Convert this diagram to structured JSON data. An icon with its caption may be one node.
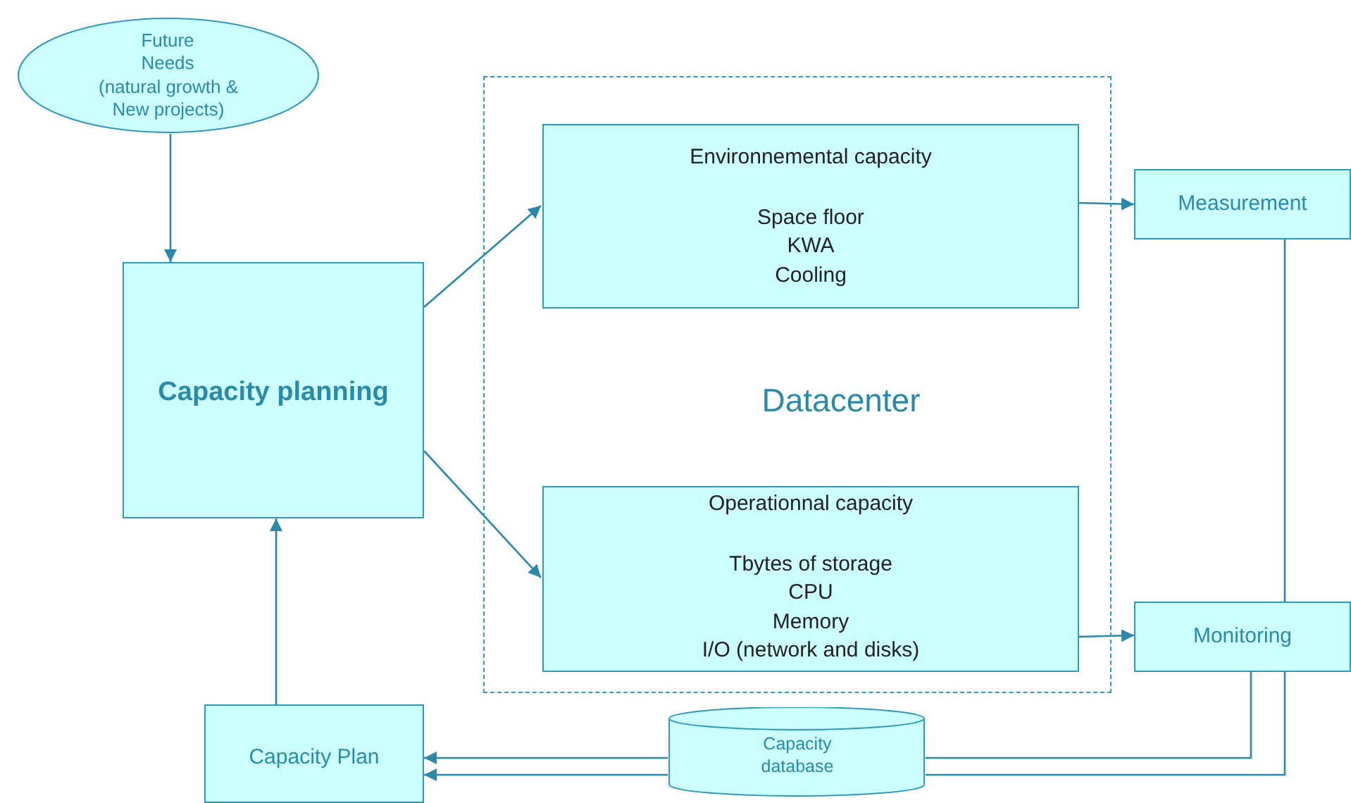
{
  "diagram": {
    "nodes": [
      {
        "text": [
          "Future Needs",
          "(natural growth & New projects)"
        ]
      },
      {
        "text": [
          "Capacity planning"
        ]
      },
      {
        "text": [
          "Datacenter"
        ]
      },
      {
        "text": [
          "Environnemental capacity",
          "Space floor",
          "KWA",
          "Cooling"
        ],
        "in": 2
      },
      {
        "text": [
          "Operationnal capacity",
          "Tbytes of storage",
          "CPU",
          "Memory",
          "I/O (network and disks)"
        ],
        "in": 2
      },
      {
        "text": [
          "Measurement"
        ]
      },
      {
        "text": [
          "Monitoring"
        ]
      },
      {
        "text": [
          "Capacity database"
        ]
      },
      {
        "text": [
          "Capacity Plan"
        ]
      }
    ],
    "edges": [
      {
        "from": 0,
        "to": 1,
        "arrow": "to"
      },
      {
        "from": 1,
        "to": 3,
        "arrow": "to"
      },
      {
        "from": 1,
        "to": 4,
        "arrow": "to"
      },
      {
        "from": 3,
        "to": 5,
        "arrow": "to"
      },
      {
        "from": 4,
        "to": 6,
        "arrow": "to"
      },
      {
        "from": 5,
        "to": 6,
        "arrow": "none"
      },
      {
        "from": 6,
        "to": 7,
        "arrow": "none"
      },
      {
        "from": 6,
        "to": 7,
        "arrow": "none"
      },
      {
        "from": 7,
        "to": 8,
        "arrow": "to"
      },
      {
        "from": 7,
        "to": 8,
        "arrow": "to"
      },
      {
        "from": 8,
        "to": 1,
        "arrow": "to"
      }
    ]
  }
}
